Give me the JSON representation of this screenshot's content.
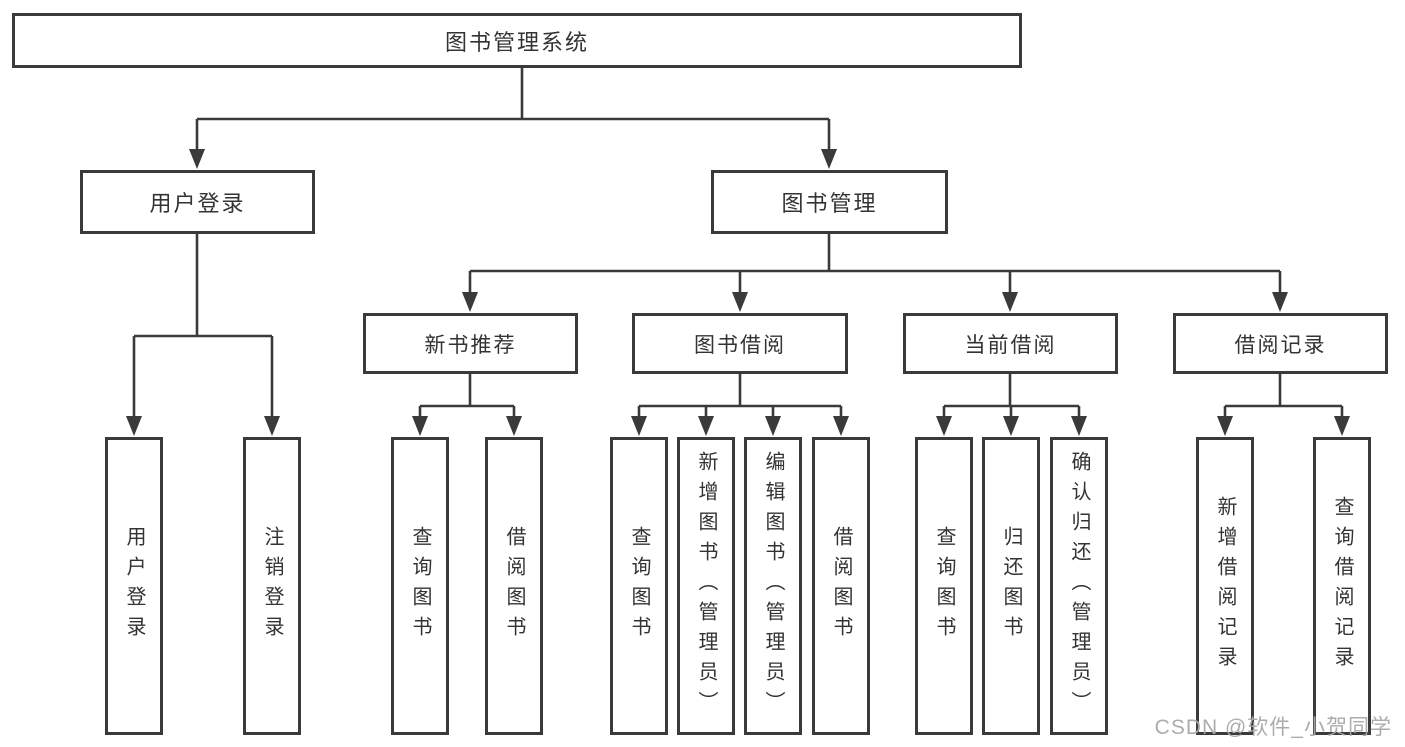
{
  "diagram_type": "hierarchy-tree",
  "tree": {
    "root": {
      "label": "图书管理系统",
      "children": [
        {
          "label": "用户登录",
          "children": [
            {
              "label": "用户登录"
            },
            {
              "label": "注销登录"
            }
          ]
        },
        {
          "label": "图书管理",
          "children": [
            {
              "label": "新书推荐",
              "children": [
                {
                  "label": "查询图书"
                },
                {
                  "label": "借阅图书"
                }
              ]
            },
            {
              "label": "图书借阅",
              "children": [
                {
                  "label": "查询图书"
                },
                {
                  "label": "新增图书（管理员）"
                },
                {
                  "label": "编辑图书（管理员）"
                },
                {
                  "label": "借阅图书"
                }
              ]
            },
            {
              "label": "当前借阅",
              "children": [
                {
                  "label": "查询图书"
                },
                {
                  "label": "归还图书"
                },
                {
                  "label": "确认归还（管理员）"
                }
              ]
            },
            {
              "label": "借阅记录",
              "children": [
                {
                  "label": "新增借阅记录"
                },
                {
                  "label": "查询借阅记录"
                }
              ]
            }
          ]
        }
      ]
    }
  },
  "watermark": "CSDN @软件_小贺同学",
  "colors": {
    "line": "#3a3a3a",
    "box_border": "#3a3a3a",
    "text": "#333333",
    "background": "#ffffff",
    "watermark": "#a8a8a8"
  }
}
